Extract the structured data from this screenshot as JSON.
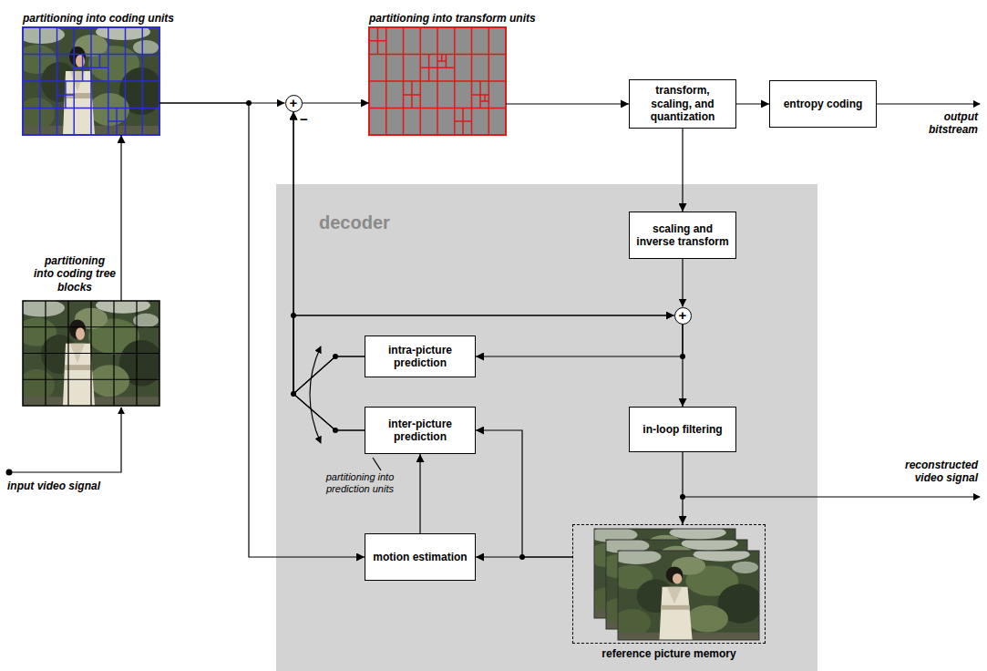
{
  "diagram": {
    "nodes": [
      {
        "text": [
          "partitioning into coding units"
        ]
      },
      {
        "text": [
          "+"
        ]
      },
      {
        "text": [
          "partitioning into transform units"
        ]
      },
      {
        "text": [
          "transform, scaling, and quantization"
        ]
      },
      {
        "text": [
          "entropy coding"
        ]
      },
      {
        "text": [
          "partitioning into coding tree blocks"
        ]
      },
      {
        "text": [
          "decoder"
        ]
      },
      {
        "text": [
          "scaling and inverse transform"
        ],
        "in": 6
      },
      {
        "text": [
          "+"
        ],
        "in": 6
      },
      {
        "text": [
          "intra-picture prediction"
        ],
        "in": 6
      },
      {
        "text": [
          "inter-picture prediction"
        ],
        "in": 6
      },
      {
        "text": [
          "in-loop filtering"
        ],
        "in": 6
      },
      {
        "text": [
          "motion estimation"
        ],
        "in": 6
      },
      {
        "text": [
          "reference picture memory"
        ],
        "in": 6
      }
    ],
    "edges": [
      {
        "from": 5,
        "to": 0,
        "arrow": "to"
      },
      {
        "from": 0,
        "to": 1,
        "arrow": "to"
      },
      {
        "from": 0,
        "to": 12,
        "arrow": "to"
      },
      {
        "from": 1,
        "to": 2,
        "arrow": "to"
      },
      {
        "from": 2,
        "to": 3,
        "arrow": "to"
      },
      {
        "from": 3,
        "to": 4,
        "arrow": "to"
      },
      {
        "from": 3,
        "to": 7,
        "arrow": "to"
      },
      {
        "from": 7,
        "to": 8,
        "arrow": "to"
      },
      {
        "from": 8,
        "to": 9,
        "arrow": "to"
      },
      {
        "from": 8,
        "to": 11,
        "arrow": "to"
      },
      {
        "from": 11,
        "to": 13,
        "arrow": "to"
      },
      {
        "from": 13,
        "to": 12,
        "arrow": "to"
      },
      {
        "from": 13,
        "to": 10,
        "arrow": "to"
      },
      {
        "from": 12,
        "to": 10,
        "arrow": "to"
      },
      {
        "from": 9,
        "to": 1,
        "arrow": "to"
      },
      {
        "from": 10,
        "to": 1,
        "arrow": "to"
      },
      {
        "from": 9,
        "to": 8,
        "arrow": "to"
      },
      {
        "from": 10,
        "to": 8,
        "arrow": "to"
      }
    ],
    "labels": [
      "output bitstream",
      "reconstructed video signal",
      "partitioning into prediction units",
      "input video signal",
      "−"
    ]
  }
}
